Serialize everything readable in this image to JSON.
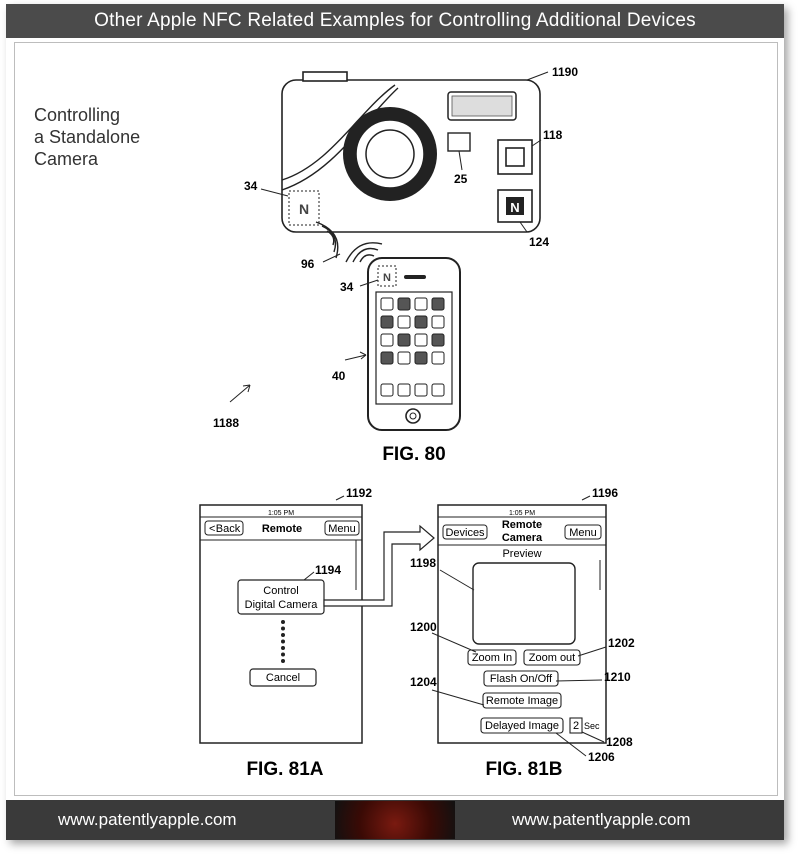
{
  "header": {
    "title": "Other Apple NFC Related Examples for Controlling Additional Devices"
  },
  "side_label": {
    "line1": "Controlling",
    "line2": "a Standalone",
    "line3": "Camera"
  },
  "fig80": {
    "caption": "FIG. 80",
    "refs": {
      "camera": "1190",
      "button": "118",
      "nfc_camera": "124",
      "sensor": "25",
      "nfc_tag_cam": "34",
      "waves": "96",
      "nfc_tag_phone": "34",
      "phone": "40",
      "system": "1188"
    }
  },
  "fig81a": {
    "caption": "FIG. 81A",
    "ref": "1192",
    "status_time": "1:05 PM",
    "back": "Back",
    "title": "Remote",
    "menu": "Menu",
    "control_line1": "Control",
    "control_line2": "Digital Camera",
    "control_ref": "1194",
    "cancel": "Cancel"
  },
  "fig81b": {
    "caption": "FIG. 81B",
    "ref": "1196",
    "status_time": "1:05 PM",
    "devices": "Devices",
    "title_line1": "Remote",
    "title_line2": "Camera",
    "menu": "Menu",
    "preview": "Preview",
    "preview_ref": "1198",
    "zoom_in": "Zoom In",
    "zoom_in_ref": "1200",
    "zoom_out": "Zoom out",
    "zoom_out_ref": "1202",
    "flash": "Flash On/Off",
    "flash_ref": "1210",
    "remote_image": "Remote Image",
    "remote_image_ref": "1204",
    "delayed_image": "Delayed Image",
    "delay_value": "2",
    "delay_unit": "Sec",
    "delayed_ref": "1206",
    "delay_ref": "1208"
  },
  "footer": {
    "left_url": "www.patentlyapple.com",
    "right_url": "www.patentlyapple.com"
  }
}
